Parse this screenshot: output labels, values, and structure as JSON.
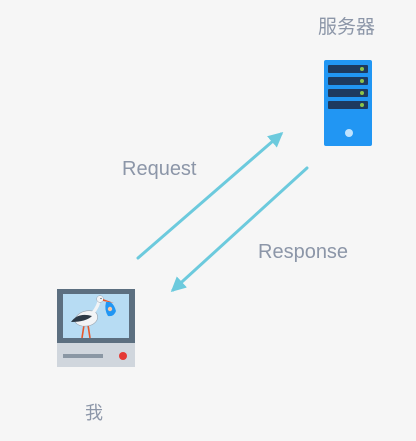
{
  "labels": {
    "server": "服务器",
    "me": "我",
    "request": "Request",
    "response": "Response"
  },
  "icons": {
    "server": "server-icon",
    "computer": "computer-with-stork-icon"
  },
  "colors": {
    "background": "#f6f6f6",
    "label_text": "#8c96a8",
    "arrow": "#6ccadd",
    "server_body": "#2196f3",
    "server_slot": "#1e3a5f",
    "server_led": "#8bc34a",
    "monitor_frame": "#5c6f80",
    "monitor_screen": "#b7dcf3",
    "computer_base": "#d0d6dd",
    "power_led": "#e53935"
  }
}
